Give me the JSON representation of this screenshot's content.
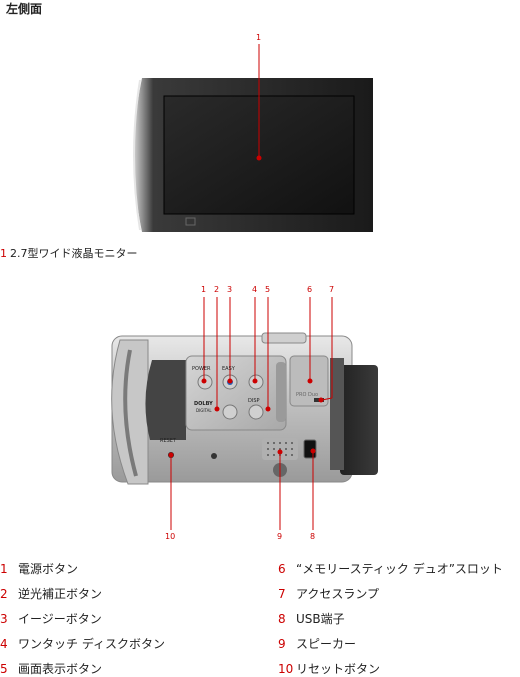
{
  "page_title": "左側面",
  "figure1": {
    "callout": "1",
    "caption_num": "1",
    "caption_text": "2.7型ワイド液晶モニター"
  },
  "figure2": {
    "top_callouts": [
      "1",
      "2",
      "3",
      "4",
      "5",
      "6",
      "7"
    ],
    "bottom_callouts": [
      "10",
      "9",
      "8"
    ],
    "panel_labels": {
      "power": "POWER",
      "easy": "EASY",
      "disp": "DISP",
      "dolby": "DOLBY",
      "dolby_sub": "DIGITAL",
      "reset": "RESET",
      "pro_duo": "PRO Duo"
    }
  },
  "legend": {
    "left": [
      {
        "num": "1",
        "label": "電源ボタン"
      },
      {
        "num": "2",
        "label": "逆光補正ボタン"
      },
      {
        "num": "3",
        "label": "イージーボタン"
      },
      {
        "num": "4",
        "label": "ワンタッチ ディスクボタン"
      },
      {
        "num": "5",
        "label": "画面表示ボタン"
      }
    ],
    "right": [
      {
        "num": "6",
        "label": "“メモリースティック デュオ”スロット"
      },
      {
        "num": "7",
        "label": "アクセスランプ"
      },
      {
        "num": "8",
        "label": "USB端子"
      },
      {
        "num": "9",
        "label": "スピーカー"
      },
      {
        "num": "10",
        "label": "リセットボタン"
      }
    ]
  }
}
